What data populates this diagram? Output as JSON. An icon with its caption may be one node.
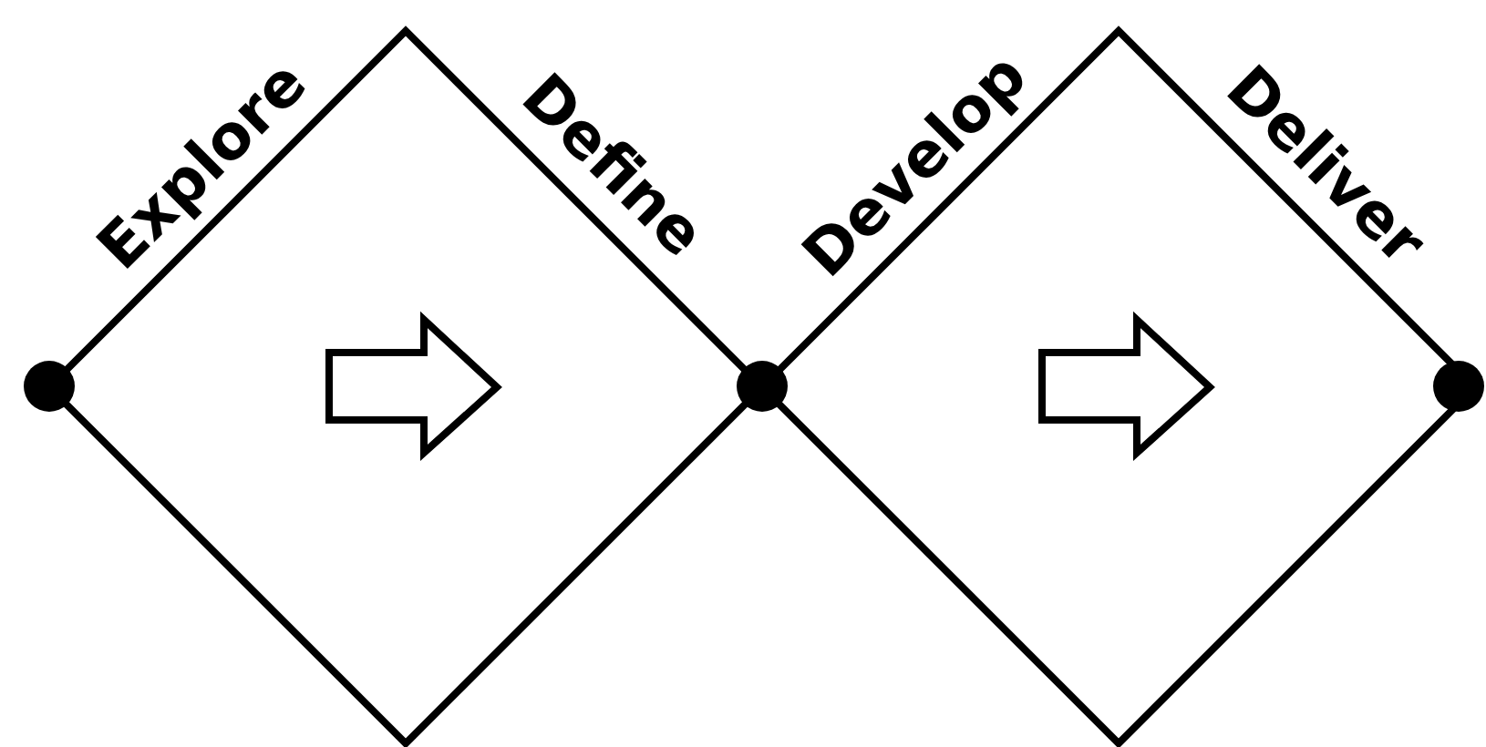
{
  "diagram": {
    "nodes": [
      {
        "text": [
          "Explore",
          "Define"
        ]
      },
      {
        "text": [
          "Develop",
          "Deliver"
        ]
      },
      {
        "text": [],
        "shape": "circle"
      },
      {
        "text": [],
        "shape": "circle"
      },
      {
        "text": [],
        "shape": "circle"
      }
    ]
  }
}
